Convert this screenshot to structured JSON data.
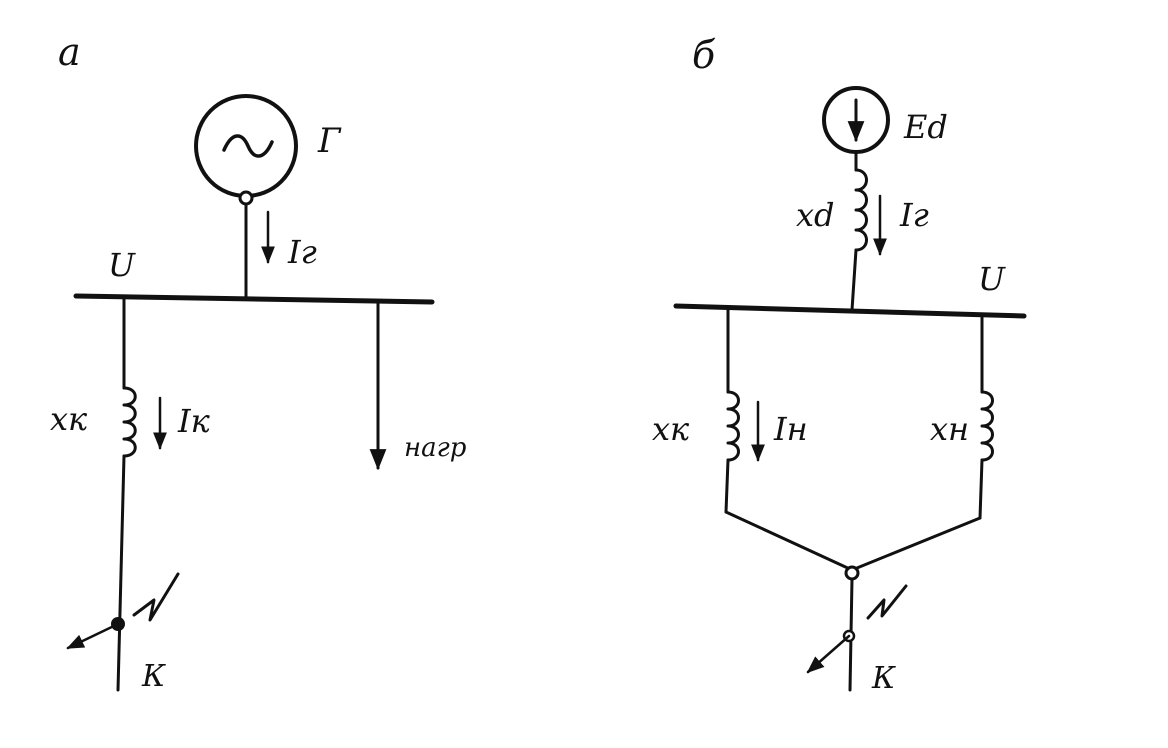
{
  "panel_a": {
    "letter": "а",
    "generator_label": "Г",
    "generator_symbol": "~",
    "bus_label": "U",
    "current_gen": "Iг",
    "reactance": "xк",
    "current_branch": "Iк",
    "load_label": "нагр",
    "fault_label": "К"
  },
  "panel_b": {
    "letter": "б",
    "emf_label": "Ed",
    "gen_reactance": "xd",
    "current_gen": "Iг",
    "bus_label": "U",
    "reactance_left": "xк",
    "current_branch": "Iн",
    "reactance_right": "xн",
    "fault_label": "К"
  },
  "colors": {
    "ink": "#111111",
    "background": "#ffffff"
  }
}
